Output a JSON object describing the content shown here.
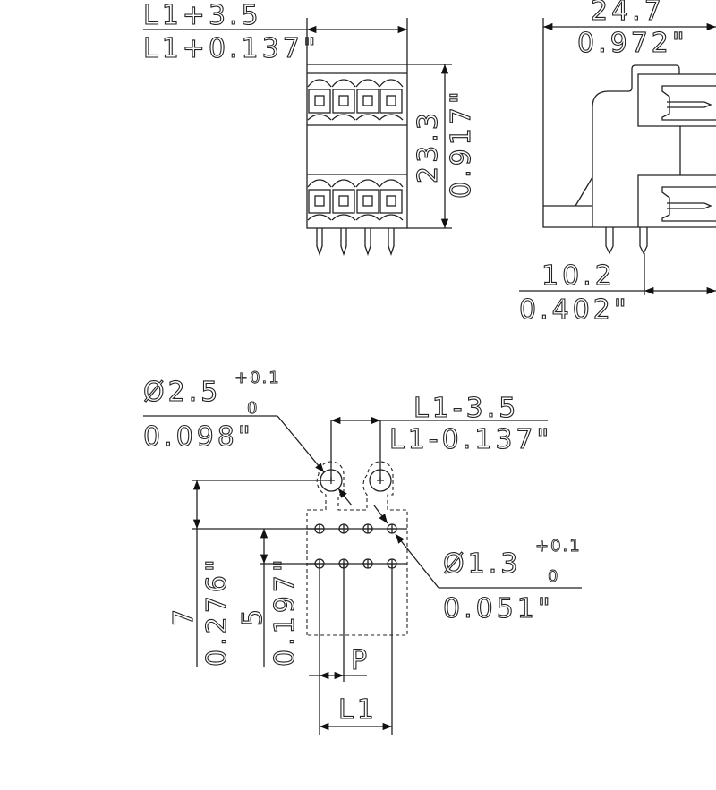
{
  "front_view": {
    "width_mm": "L1+3.5",
    "width_in": "L1+0.137\"",
    "height_mm": "23.3",
    "height_in": "0.917\""
  },
  "side_view": {
    "depth_mm": "24.7",
    "depth_in": "0.972\"",
    "pin_offset_mm": "10.2",
    "pin_offset_in": "0.402\""
  },
  "footprint": {
    "mount_hole_mm": "Ø2.5",
    "mount_hole_tol_plus": "+0.1",
    "mount_hole_tol_minus": "0",
    "mount_hole_in": "0.098\"",
    "mount_spacing_mm": "L1-3.5",
    "mount_spacing_in": "L1-0.137\"",
    "pin_hole_mm": "Ø1.3",
    "pin_hole_tol_plus": "+0.1",
    "pin_hole_tol_minus": "0",
    "pin_hole_in": "0.051\"",
    "dim7_mm": "7",
    "dim7_in": "0.276\"",
    "dim5_mm": "5",
    "dim5_in": "0.197\"",
    "pitch_label": "P",
    "length_label": "L1"
  }
}
